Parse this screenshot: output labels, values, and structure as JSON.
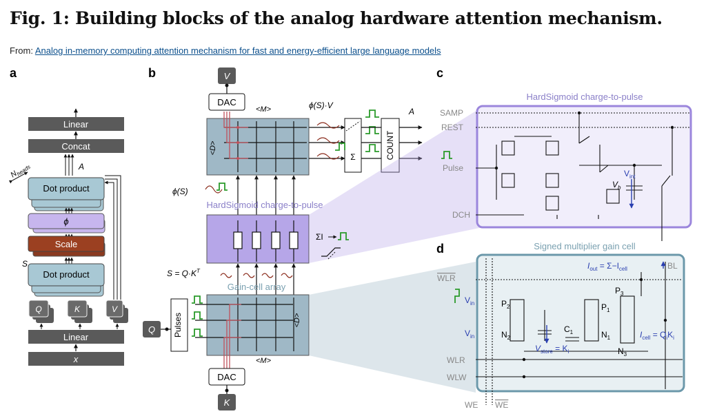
{
  "header": {
    "title": "Fig. 1: Building blocks of the analog hardware attention mechanism.",
    "from_label": "From: ",
    "from_link": "Analog in-memory computing attention mechanism for fast and energy-efficient large language models"
  },
  "panels": {
    "a": "a",
    "b": "b",
    "c": "c",
    "d": "d"
  },
  "panel_a": {
    "linear_top": "Linear",
    "concat": "Concat",
    "n_heads": "N",
    "n_heads_sub": "heads",
    "A": "A",
    "dot_top": "Dot product",
    "phi": "ϕ",
    "scale": "Scale",
    "S": "S",
    "dot_bottom": "Dot product",
    "Q": "Q",
    "K": "K",
    "V": "V",
    "linear_bottom": "Linear",
    "x": "x"
  },
  "panel_b": {
    "V": "V",
    "dac_top": "DAC",
    "M_top": "<M>",
    "D_top": "<D>",
    "phiS_V": "ϕ(S)·V",
    "A": "A",
    "count": "COUNT",
    "sum": "Σ",
    "phiS": "ϕ(S)",
    "hardsigmoid": "HardSigmoid charge-to-pulse",
    "sumI": "ΣI",
    "S_eq": "S = Q·K",
    "S_eq_sup": "T",
    "gain_cell": "Gain-cell array",
    "Q": "Q",
    "pulses": "Pulses",
    "D_bottom": "<D>",
    "M_bottom": "<M>",
    "dac_bottom": "DAC",
    "K": "K"
  },
  "panel_c": {
    "title": "HardSigmoid charge-to-pulse",
    "samp": "SAMP",
    "rest": "REST",
    "pulse": "Pulse",
    "dch": "DCH",
    "vint": "V",
    "vint_sub": "int",
    "vb": "V",
    "vb_sub": "b"
  },
  "panel_d": {
    "title": "Signed multiplier gain cell",
    "wlr_bar": "WLR",
    "vin1": "V",
    "vin1_sub": "in",
    "vin2": "V",
    "vin2_sub": "in",
    "wlr": "WLR",
    "wlw": "WLW",
    "we": "WE",
    "we_bar": "WE",
    "iout": "I",
    "iout_sub": "out",
    "iout_eq": " = Σ−I",
    "iout_eq_sub": "cell",
    "bl": "BL",
    "p2": "P",
    "p2_sub": "2",
    "n2": "N",
    "n2_sub": "2",
    "c1": "C",
    "c1_sub": "1",
    "p1": "P",
    "p1_sub": "1",
    "n1": "N",
    "n1_sub": "1",
    "p3": "P",
    "p3_sub": "3",
    "n3": "N",
    "n3_sub": "3",
    "vstore": "V",
    "vstore_sub": "store",
    "vstore_eq": " = K",
    "vstore_eq_sub": "i",
    "icell": "I",
    "icell_sub": "cell",
    "icell_eq": " = Q",
    "icell_eq_sub": "i",
    "icell_eq2": "K",
    "icell_eq2_sub": "i"
  }
}
